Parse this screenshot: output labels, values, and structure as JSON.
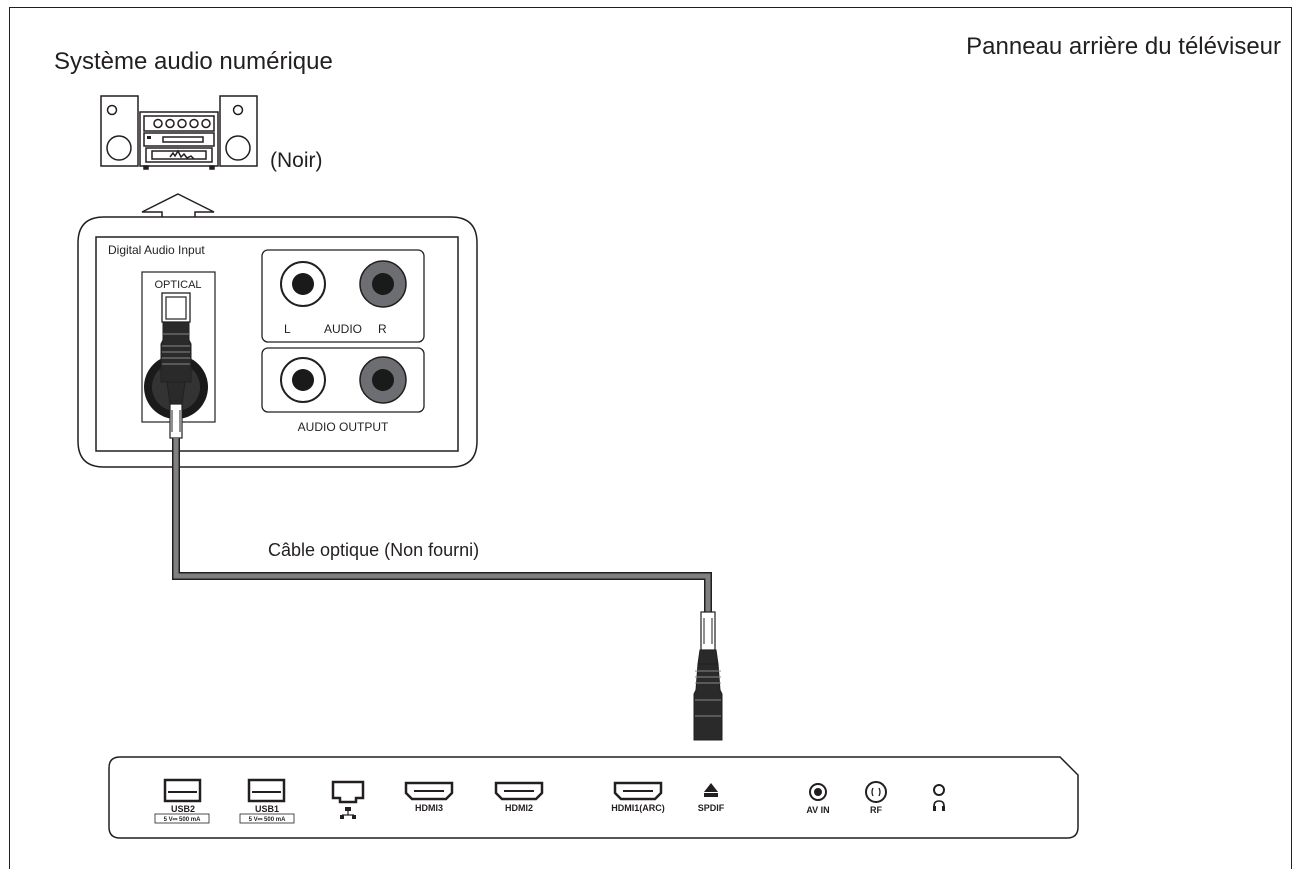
{
  "labels": {
    "audio_system": "Système audio numérique",
    "tv_back_panel": "Panneau arrière du téléviseur",
    "color_note": "(Noir)",
    "cable": "Câble optique (Non fourni)"
  },
  "audio_panel": {
    "digital_audio_input": "Digital Audio Input",
    "optical": "OPTICAL",
    "audio_left": "L",
    "audio_label": "AUDIO",
    "audio_right": "R",
    "audio_output": "AUDIO OUTPUT"
  },
  "tv_ports": {
    "usb2": "USB2",
    "usb2_rating": "5 V⎓ 500 mA",
    "usb1": "USB1",
    "usb1_rating": "5 V⎓ 500 mA",
    "hdmi3": "HDMI3",
    "hdmi2": "HDMI2",
    "hdmi1": "HDMI1(ARC)",
    "spdif": "SPDIF",
    "av_in": "AV IN",
    "rf": "RF"
  },
  "icons": [
    "stereo-system-icon",
    "up-arrow-icon",
    "optical-plug-icon",
    "usb-port-icon",
    "ethernet-port-icon",
    "hdmi-port-icon",
    "spdif-icon",
    "av-jack-icon",
    "rf-jack-icon",
    "headphone-icon"
  ],
  "colors": {
    "line": "#231f20",
    "cable": "#808080",
    "jack_dark": "#1a1a1a",
    "jack_grey": "#6d6e71"
  }
}
